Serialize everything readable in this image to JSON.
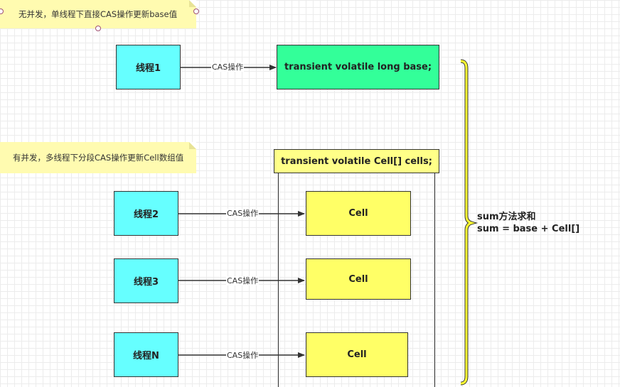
{
  "notes": {
    "no_concurrency": "无并发，单线程下直接CAS操作更新base值",
    "with_concurrency": "有并发，多线程下分段CAS操作更新Cell数组值"
  },
  "threads": {
    "t1": "线程1",
    "t2": "线程2",
    "t3": "线程3",
    "tn": "线程N"
  },
  "edges": {
    "cas_label": "CAS操作"
  },
  "base_field": "transient volatile long base;",
  "cells_field": "transient volatile Cell[] cells;",
  "cells": [
    "Cell",
    "Cell",
    "Cell"
  ],
  "sum": {
    "line1": "sum方法求和",
    "line2": "sum = base + Cell[]"
  },
  "colors": {
    "thread": "#66ffff",
    "base": "#33ff99",
    "cell": "#ffff66",
    "note": "#fffbb0",
    "brace": "#ffff33"
  }
}
